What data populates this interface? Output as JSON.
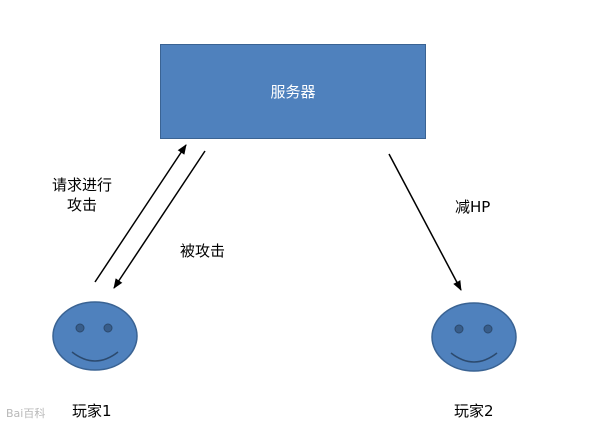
{
  "server": {
    "label": "服务器",
    "fill_color": "#4f81bd"
  },
  "arrows": {
    "request_label_line1": "请求进行",
    "request_label_line2": "攻击",
    "attacked_label": "被攻击",
    "reduce_hp_label": "减HP"
  },
  "players": [
    {
      "label": "玩家1",
      "face_color": "#4f81bd"
    },
    {
      "label": "玩家2",
      "face_color": "#4f81bd"
    }
  ],
  "watermark": "Bai百科"
}
